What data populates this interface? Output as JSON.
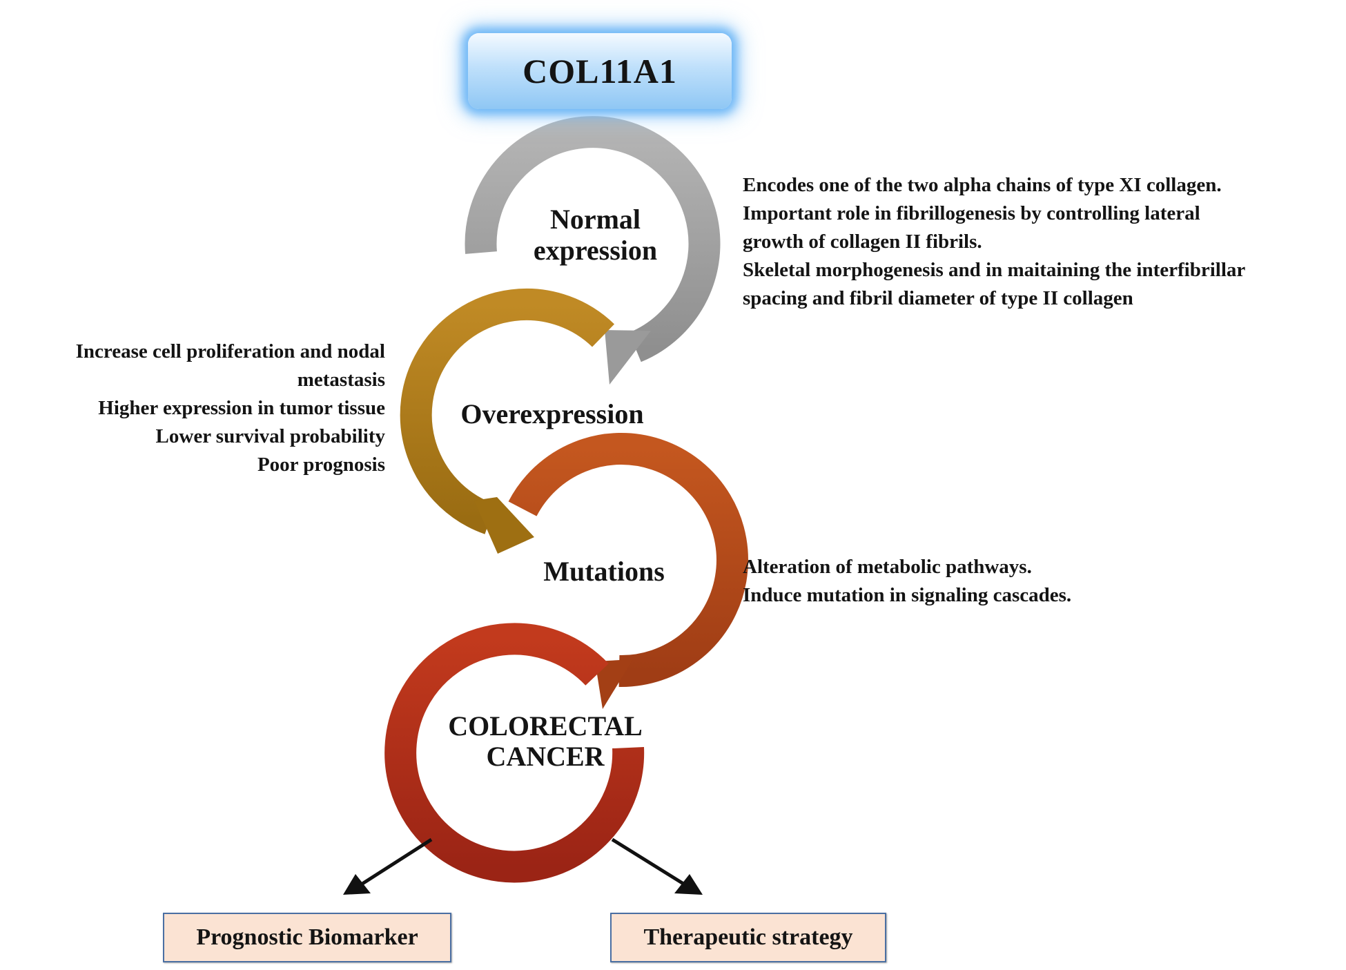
{
  "title": "COL11A1",
  "stages": [
    {
      "lines": [
        "Normal",
        "expression"
      ],
      "color": "#a3a3a3"
    },
    {
      "lines": [
        "Overexpression"
      ],
      "color": "#b8801c"
    },
    {
      "lines": [
        "Mutations"
      ],
      "color": "#b84f1e"
    },
    {
      "lines": [
        "COLORECTAL",
        "CANCER"
      ],
      "color": "#b3321a"
    }
  ],
  "notes": {
    "normal": [
      "Encodes one of the two alpha chains of type XI collagen.",
      "Important role in fibrillogenesis by controlling lateral",
      "growth of collagen II fibrils.",
      "Skeletal morphogenesis and in maitaining the interfibrillar",
      "spacing and fibril diameter of type II collagen"
    ],
    "overexpression": [
      "Increase cell proliferation and nodal",
      "metastasis",
      "Higher expression in tumor tissue",
      "Lower survival probability",
      "Poor prognosis"
    ],
    "mutations": [
      "Alteration of metabolic pathways.",
      "Induce mutation in signaling cascades."
    ]
  },
  "outcomes": [
    "Prognostic Biomarker",
    "Therapeutic strategy"
  ]
}
